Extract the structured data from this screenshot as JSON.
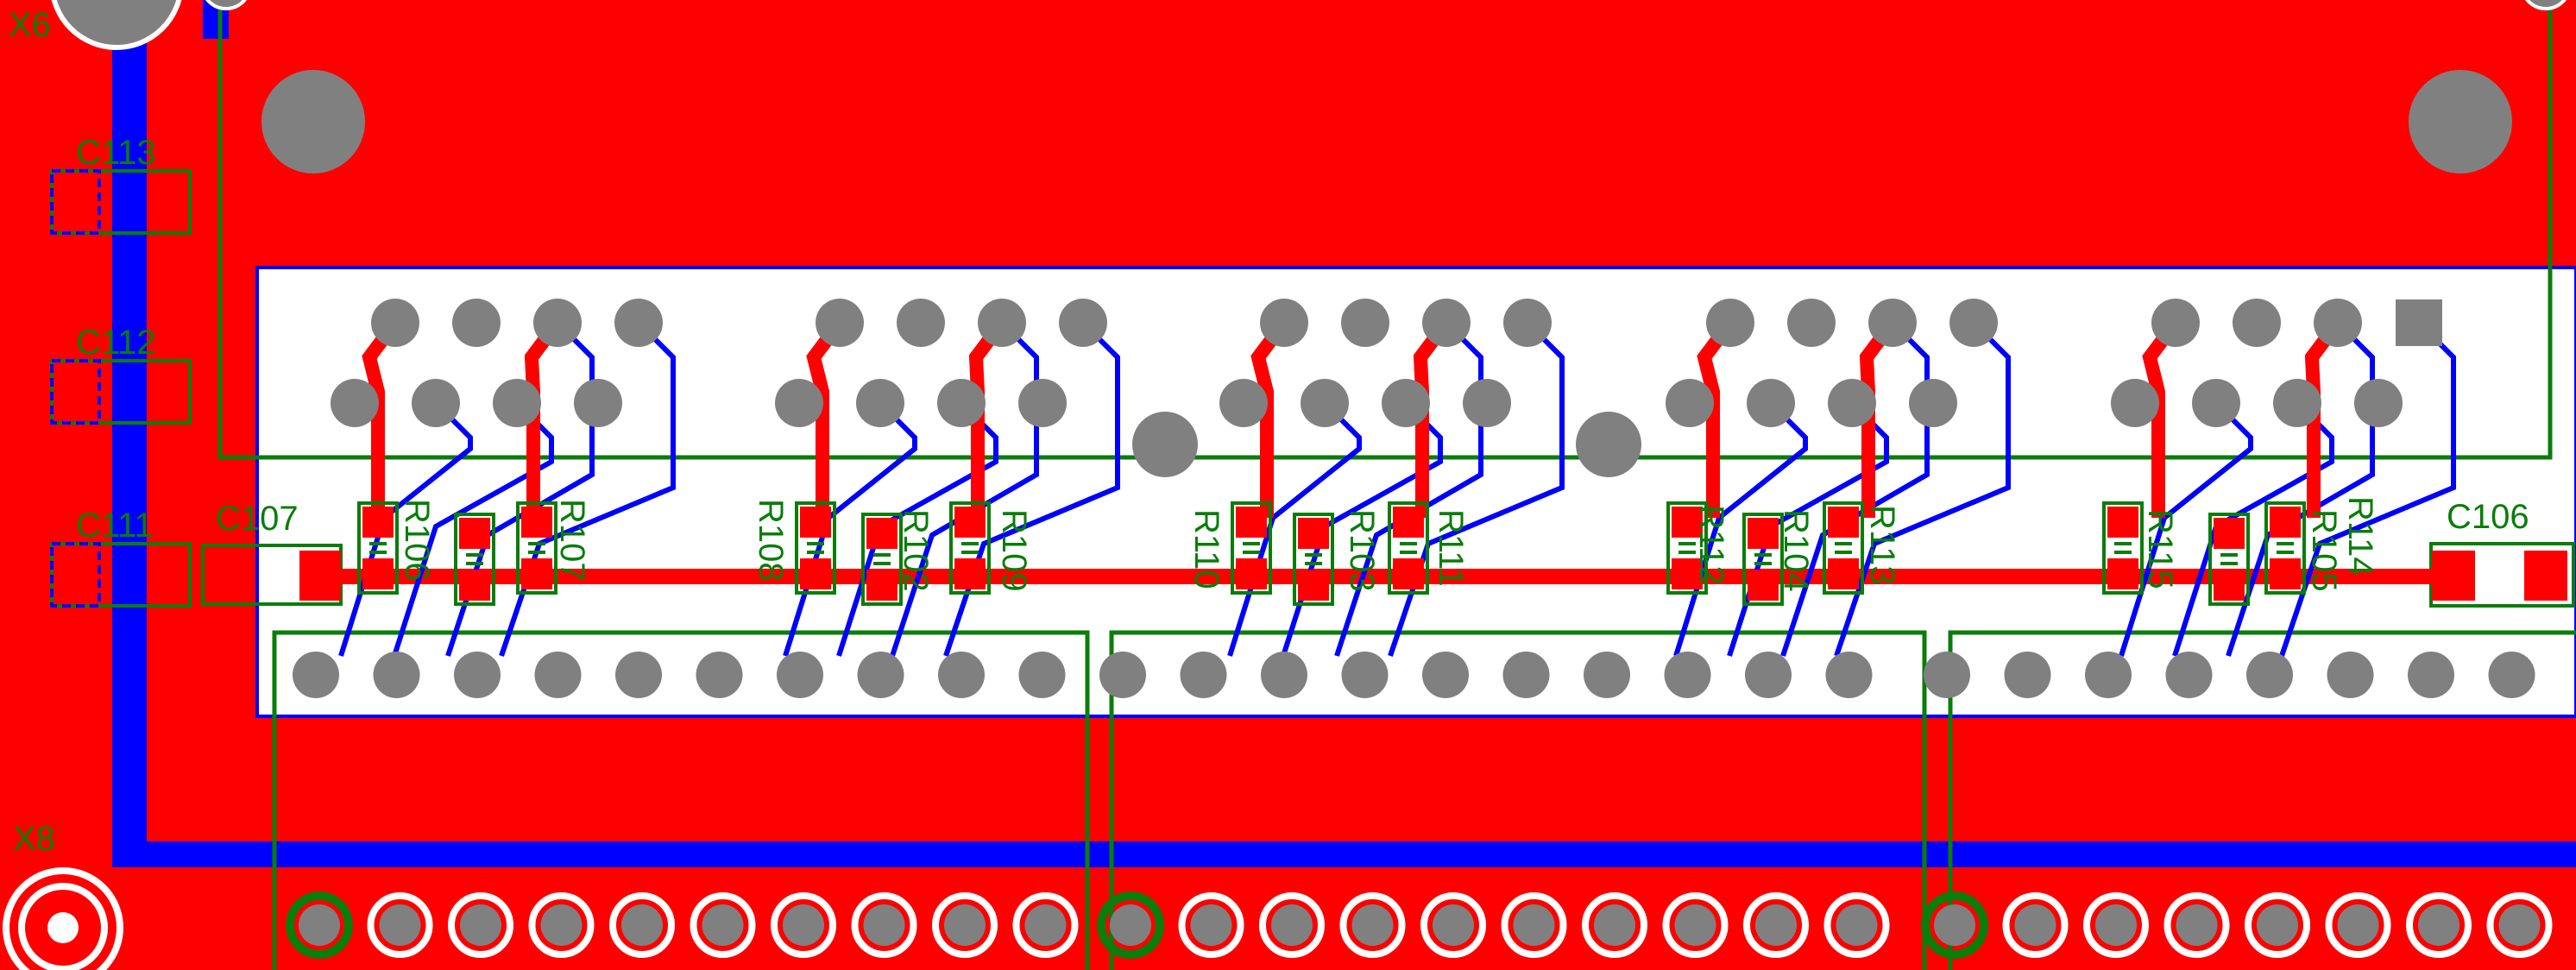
{
  "board": {
    "colors": {
      "copper_pour": "#ff0000",
      "bottom_trace": "#0000ff",
      "top_trace": "#ff0000",
      "silkscreen": "#0a7d0a",
      "pad": "#808080",
      "keepout": "#ffffff",
      "pin1_ring": "#0a7d0a"
    },
    "connector_labels": {
      "top": "X6",
      "bottom": "X8"
    },
    "capacitors": [
      {
        "label": "C113"
      },
      {
        "label": "C112"
      },
      {
        "label": "C111"
      },
      {
        "label": "C107"
      },
      {
        "label": "C106"
      }
    ],
    "resistors": [
      {
        "label": "R106"
      },
      {
        "label": "R107"
      },
      {
        "label": "R108"
      },
      {
        "label": "R102"
      },
      {
        "label": "R109"
      },
      {
        "label": "R110"
      },
      {
        "label": "R103"
      },
      {
        "label": "R111"
      },
      {
        "label": "R112"
      },
      {
        "label": "R104"
      },
      {
        "label": "R113"
      },
      {
        "label": "R115"
      },
      {
        "label": "R105"
      },
      {
        "label": "R114"
      }
    ]
  }
}
